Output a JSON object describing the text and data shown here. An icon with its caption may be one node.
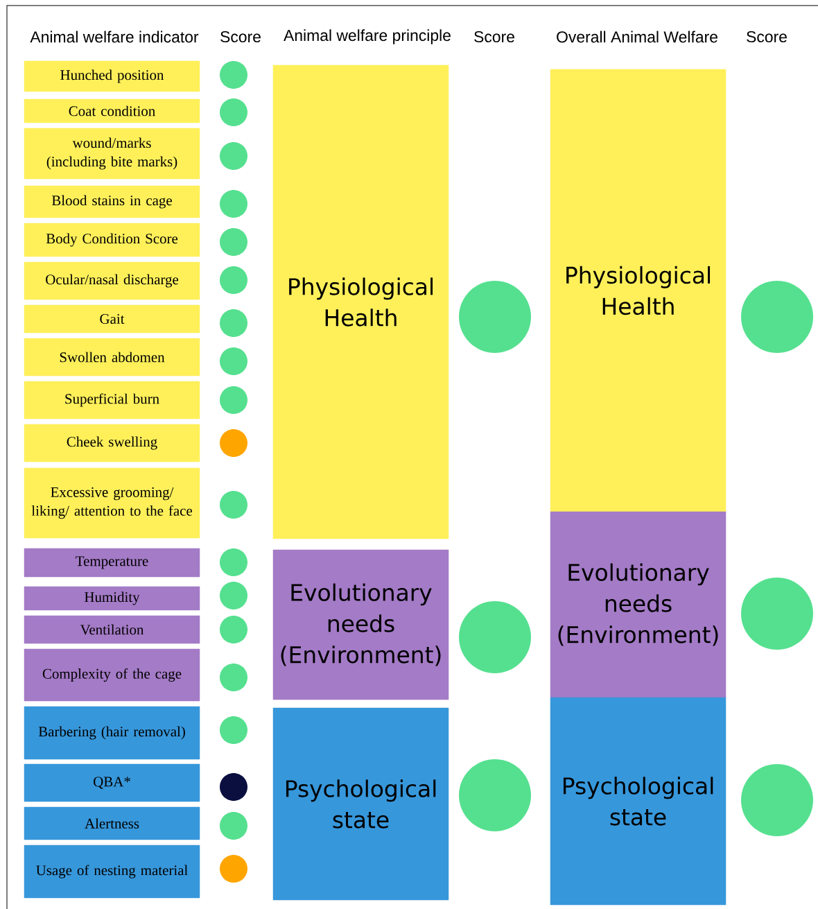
{
  "diagram": {
    "nodes": [
      {
        "text": [
          "Hunched position"
        ]
      },
      {
        "text": [
          "Coat condition"
        ]
      },
      {
        "text": [
          "wound/marks (including bite marks)"
        ]
      },
      {
        "text": [
          "Blood stains in cage"
        ]
      },
      {
        "text": [
          "Body Condition Score"
        ]
      },
      {
        "text": [
          "Ocular/nasal discharge"
        ]
      },
      {
        "text": [
          "Gait"
        ]
      },
      {
        "text": [
          "Swollen abdomen"
        ]
      },
      {
        "text": [
          "Superficial burn"
        ]
      },
      {
        "text": [
          "Cheek swelling"
        ]
      },
      {
        "text": [
          "Excessive grooming/ liking/ attention to the face"
        ]
      },
      {
        "text": [
          "Temperature"
        ]
      },
      {
        "text": [
          "Humidity"
        ]
      },
      {
        "text": [
          "Ventilation"
        ]
      },
      {
        "text": [
          "Complexity of the cage"
        ]
      },
      {
        "text": [
          "Barbering (hair removal)"
        ]
      },
      {
        "text": [
          "QBA*"
        ]
      },
      {
        "text": [
          "Alertness"
        ]
      },
      {
        "text": [
          "Usage of nesting material"
        ]
      },
      {
        "text": [],
        "shape": "circle"
      },
      {
        "text": [],
        "shape": "circle"
      },
      {
        "text": [],
        "shape": "circle"
      },
      {
        "text": [],
        "shape": "circle"
      },
      {
        "text": [],
        "shape": "circle"
      },
      {
        "text": [],
        "shape": "circle"
      },
      {
        "text": [],
        "shape": "circle"
      },
      {
        "text": [],
        "shape": "circle"
      },
      {
        "text": [],
        "shape": "circle"
      },
      {
        "text": [],
        "shape": "circle"
      },
      {
        "text": [],
        "shape": "circle"
      },
      {
        "text": [],
        "shape": "circle"
      },
      {
        "text": [],
        "shape": "circle"
      },
      {
        "text": [],
        "shape": "circle"
      },
      {
        "text": [],
        "shape": "circle"
      },
      {
        "text": [],
        "shape": "circle"
      },
      {
        "text": [],
        "shape": "circle"
      },
      {
        "text": [],
        "shape": "circle"
      },
      {
        "text": [],
        "shape": "circle"
      },
      {
        "text": [
          "Physiological Health"
        ]
      },
      {
        "text": [
          "Evolutionary needs (Environment)"
        ]
      },
      {
        "text": [
          "Psychological state"
        ]
      },
      {
        "text": [],
        "shape": "circle"
      },
      {
        "text": [],
        "shape": "circle"
      },
      {
        "text": [],
        "shape": "circle"
      },
      {
        "text": [
          "Physiological Health"
        ]
      },
      {
        "text": [
          "Evolutionary needs (Environment)"
        ]
      },
      {
        "text": [
          "Psychological state"
        ]
      },
      {
        "text": [],
        "shape": "circle"
      },
      {
        "text": [],
        "shape": "circle"
      },
      {
        "text": [],
        "shape": "circle"
      }
    ],
    "labels": [
      "Animal welfare indicator",
      "Score",
      "Animal welfare principle",
      "Score",
      "Overall Animal Welfare",
      "Score"
    ]
  }
}
